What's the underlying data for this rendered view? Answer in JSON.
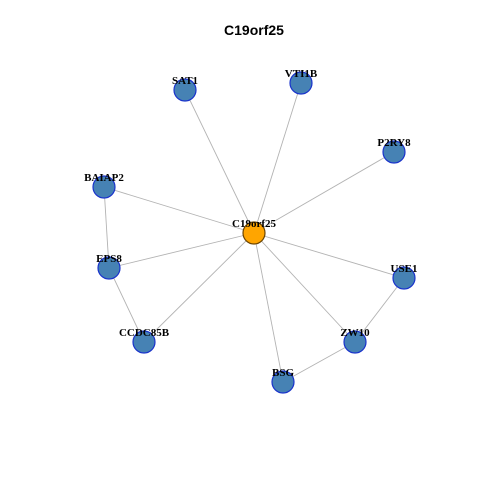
{
  "title": "C19orf25",
  "colors": {
    "hub_fill": "#ffa500",
    "node_fill": "#4682b4",
    "edge": "#b3b3b3",
    "node_border": "#1a33cc"
  },
  "nodes": [
    {
      "id": "C19orf25",
      "label": "C19orf25",
      "role": "hub"
    },
    {
      "id": "SAT1",
      "label": "SAT1",
      "role": "interactor"
    },
    {
      "id": "VTI1B",
      "label": "VTI1B",
      "role": "interactor"
    },
    {
      "id": "P2RY8",
      "label": "P2RY8",
      "role": "interactor"
    },
    {
      "id": "BAIAP2",
      "label": "BAIAP2",
      "role": "interactor"
    },
    {
      "id": "EPS8",
      "label": "EPS8",
      "role": "interactor"
    },
    {
      "id": "USE1",
      "label": "USE1",
      "role": "interactor"
    },
    {
      "id": "CCDC85B",
      "label": "CCDC85B",
      "role": "interactor"
    },
    {
      "id": "ZW10",
      "label": "ZW10",
      "role": "interactor"
    },
    {
      "id": "BSG",
      "label": "BSG",
      "role": "interactor"
    }
  ],
  "edges": [
    {
      "source": "C19orf25",
      "target": "SAT1"
    },
    {
      "source": "C19orf25",
      "target": "VTI1B"
    },
    {
      "source": "C19orf25",
      "target": "P2RY8"
    },
    {
      "source": "C19orf25",
      "target": "BAIAP2"
    },
    {
      "source": "C19orf25",
      "target": "EPS8"
    },
    {
      "source": "C19orf25",
      "target": "USE1"
    },
    {
      "source": "C19orf25",
      "target": "CCDC85B"
    },
    {
      "source": "C19orf25",
      "target": "ZW10"
    },
    {
      "source": "C19orf25",
      "target": "BSG"
    },
    {
      "source": "BAIAP2",
      "target": "EPS8"
    },
    {
      "source": "EPS8",
      "target": "CCDC85B"
    },
    {
      "source": "USE1",
      "target": "ZW10"
    },
    {
      "source": "ZW10",
      "target": "BSG"
    }
  ]
}
